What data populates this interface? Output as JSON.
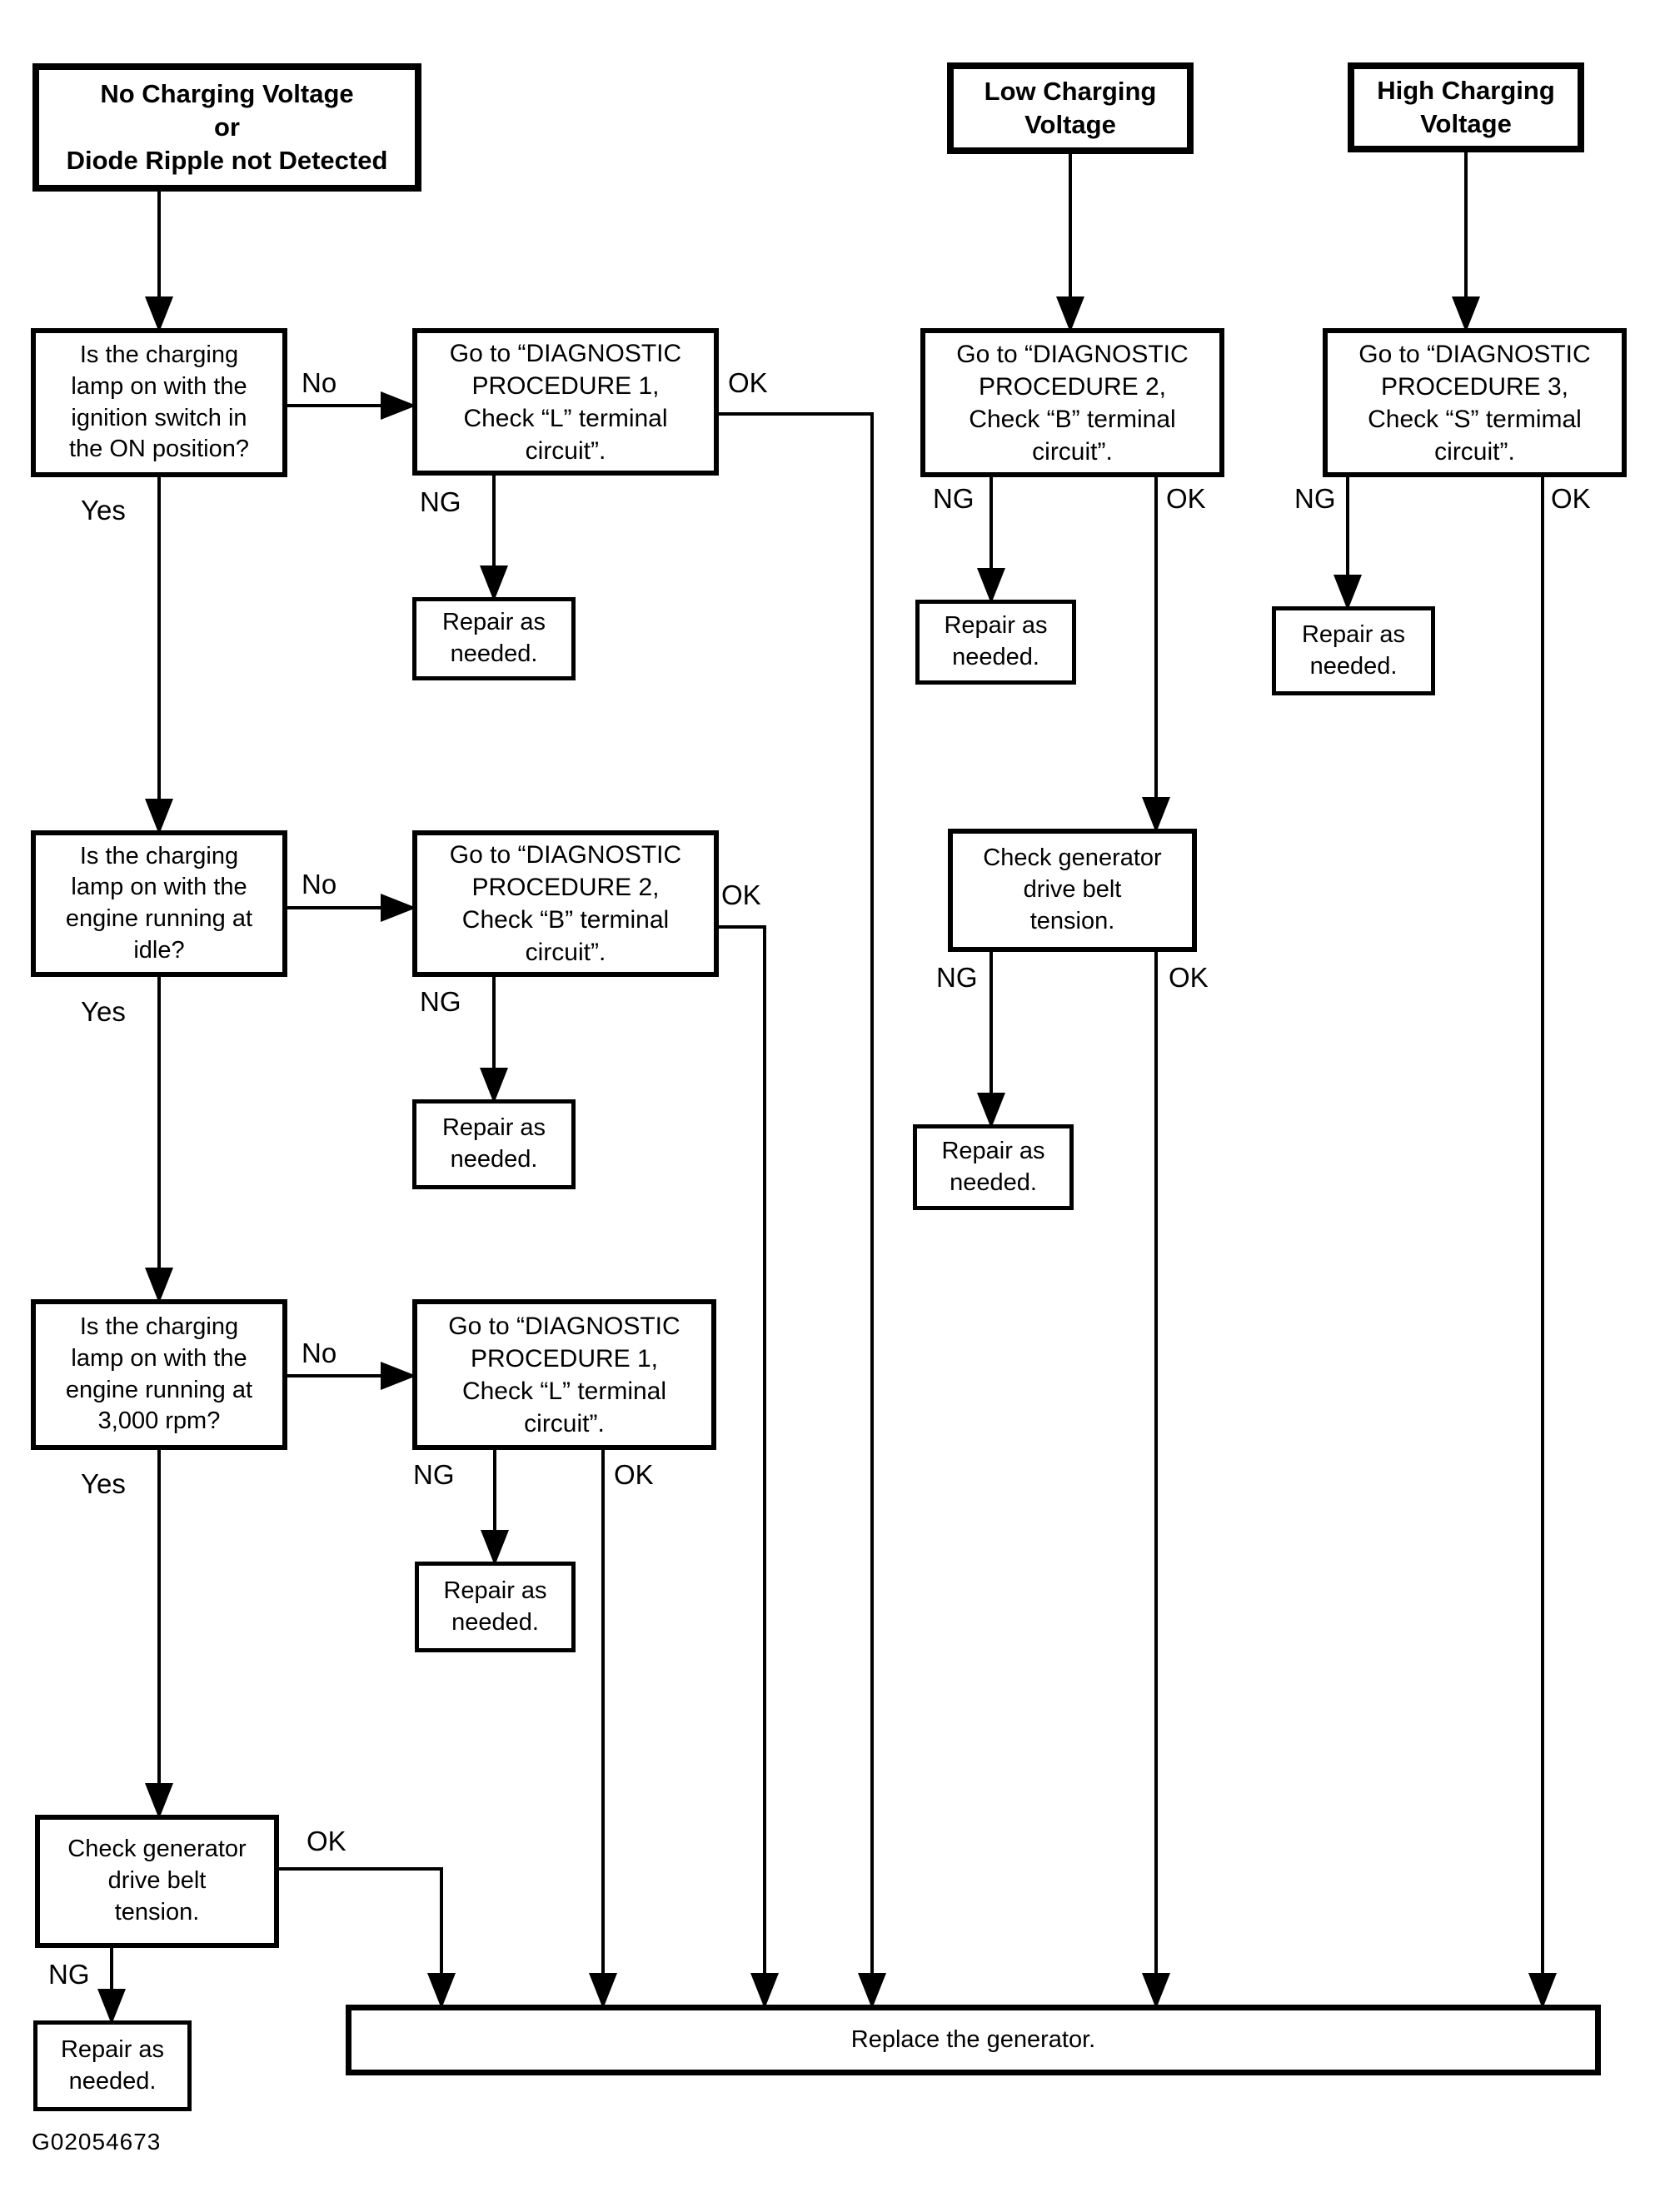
{
  "labels": {
    "yes": "Yes",
    "no": "No",
    "ng": "NG",
    "ok": "OK"
  },
  "nodes": {
    "no_charging_title": {
      "label": "No Charging Voltage\nor\nDiode Ripple not Detected"
    },
    "low_charging_title": {
      "label": "Low Charging\nVoltage"
    },
    "high_charging_title": {
      "label": "High Charging\nVoltage"
    },
    "q_ignition": {
      "label": "Is the charging\nlamp on with the\nignition switch in\nthe ON position?"
    },
    "q_idle": {
      "label": "Is the charging\nlamp on with the\nengine running at\nidle?"
    },
    "q_3000rpm": {
      "label": "Is the charging\nlamp on with the\nengine running at\n3,000 rpm?"
    },
    "proc1_row1": {
      "label": "Go to “DIAGNOSTIC\nPROCEDURE 1,\nCheck “L” terminal\ncircuit”."
    },
    "proc2_row2": {
      "label": "Go to “DIAGNOSTIC\nPROCEDURE 2,\nCheck “B” terminal\ncircuit”."
    },
    "proc1_row3": {
      "label": "Go to “DIAGNOSTIC\nPROCEDURE 1,\nCheck “L” terminal\ncircuit”."
    },
    "proc2_mid": {
      "label": "Go to “DIAGNOSTIC\nPROCEDURE 2,\nCheck “B” terminal\ncircuit”."
    },
    "proc3_right": {
      "label": "Go to “DIAGNOSTIC\nPROCEDURE 3,\nCheck “S” termimal\ncircuit”."
    },
    "repair_row1": {
      "label": "Repair as\nneeded."
    },
    "repair_row2": {
      "label": "Repair as\nneeded."
    },
    "repair_row3": {
      "label": "Repair as\nneeded."
    },
    "repair_belt_left": {
      "label": "Repair as\nneeded."
    },
    "repair_mid_top": {
      "label": "Repair as\nneeded."
    },
    "repair_mid_bottom": {
      "label": "Repair as\nneeded."
    },
    "repair_right": {
      "label": "Repair as\nneeded."
    },
    "check_belt_left": {
      "label": "Check generator\ndrive belt\ntension."
    },
    "check_belt_mid": {
      "label": "Check generator\ndrive belt\ntension."
    },
    "replace_generator": {
      "label": "Replace the generator."
    }
  },
  "footer": {
    "figure_code": "G02054673"
  }
}
